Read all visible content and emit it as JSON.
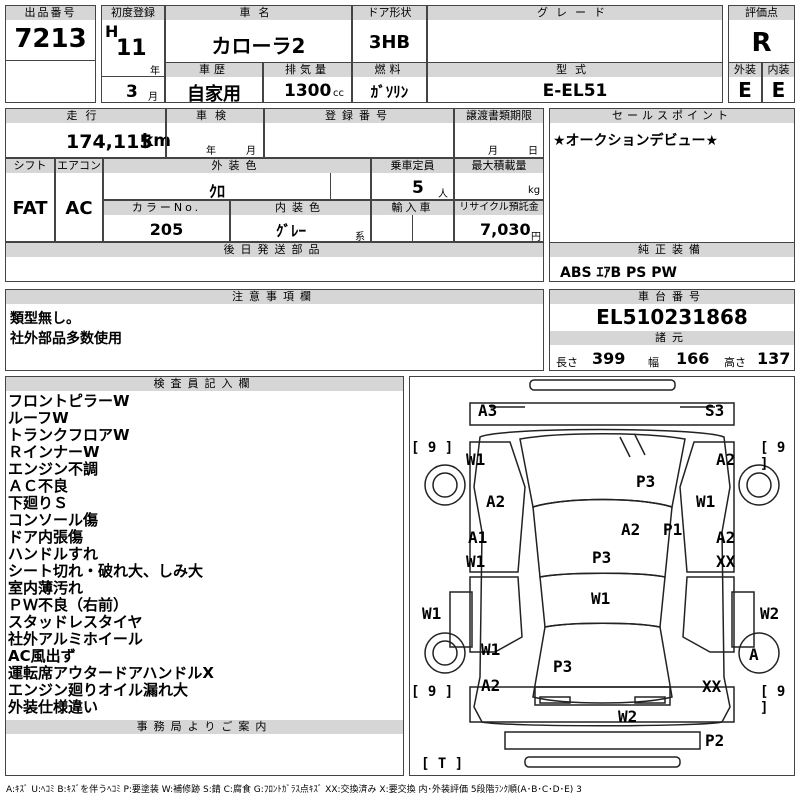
{
  "row1": {
    "lot_label": "出品番号",
    "lot": "7213",
    "first_reg_label": "初度登録",
    "era": "H",
    "year": "11",
    "year_unit": "年",
    "month": "3",
    "month_unit": "月",
    "name_label": "車名",
    "name": "カローラ2",
    "door_label": "ドア形状",
    "door": "3HB",
    "grade_label": "グレード",
    "grade": "",
    "score_label": "評価点",
    "score": "R",
    "history_label": "車歴",
    "history": "自家用",
    "displacement_label": "排気量",
    "displacement": "1300",
    "cc": "cc",
    "fuel_label": "燃料",
    "fuel": "ｶﾞｿﾘﾝ",
    "model_label": "型式",
    "model": "E-EL51",
    "ext_label": "外装",
    "ext": "E",
    "int_label": "内装",
    "int": "E"
  },
  "row2": {
    "mileage_label": "走行",
    "mileage": "174,115",
    "km": "km",
    "inspection_label": "車検",
    "insp_year": "年",
    "insp_month": "月",
    "reg_label": "登録番号",
    "transfer_label": "譲渡書類期限",
    "transfer_month": "月",
    "transfer_day": "日",
    "sales_label": "セールスポイント",
    "sales": "★オークションデビュー★"
  },
  "row3": {
    "shift_label": "シフト",
    "shift": "FAT",
    "ac_label": "エアコン",
    "ac": "AC",
    "color_label": "外装色",
    "color": "ｸﾛ",
    "capacity_label": "乗車定員",
    "capacity": "5",
    "person_unit": "人",
    "load_label": "最大積載量",
    "load_unit": "kg",
    "colorno_label": "カラーNo.",
    "colorno": "205",
    "intcolor_label": "内装色",
    "intcolor": "ｸﾞﾚｰ",
    "kei": "系",
    "import_label": "輸入車",
    "recycle_label": "リサイクル預託金",
    "recycle": "7,030",
    "yen": "円"
  },
  "row4": {
    "parts_label": "後日発送部品",
    "equip_label": "純正装備",
    "equip": "ABS ｴｱB PS PW"
  },
  "notes": {
    "label": "注意事項欄",
    "lines": [
      "類型無し。",
      "社外部品多数使用"
    ],
    "chassis_label": "車台番号",
    "chassis": "EL510231868",
    "dims_label": "諸元",
    "len_label": "長さ",
    "len": "399",
    "wid_label": "幅",
    "wid": "166",
    "hgt_label": "高さ",
    "hgt": "137"
  },
  "inspector": {
    "label": "検査員記入欄",
    "lines": [
      "フロントピラーW",
      "ルーフW",
      "トランクフロアW",
      "ＲインナーW",
      "エンジン不調",
      "ＡＣ不良",
      "下廻りＳ",
      "コンソール傷",
      "ドア内張傷",
      "ハンドルすれ",
      "シート切れ・破れ大、しみ大",
      "室内薄汚れ",
      "ＰＷ不良（右前）",
      "スタッドレスタイヤ",
      "社外アルミホイール",
      "AC風出ず",
      "運転席アウタードアハンドルX",
      "エンジン廻りオイル漏れ大",
      "外装仕様違い"
    ],
    "office_label": "事務局よりご案内"
  },
  "diagram": {
    "marks": [
      "A3",
      "S3",
      "W1",
      "A2",
      "A2",
      "P3",
      "W1",
      "A1",
      "A2",
      "P1",
      "A2",
      "W1",
      "P3",
      "XX",
      "W1",
      "W1",
      "W2",
      "W1",
      "A",
      "P3",
      "A2",
      "XX",
      "W2",
      "P2"
    ],
    "tires": [
      "[ 9 ]",
      "[ 9 ]",
      "[ 9 ]",
      "[ 9 ]",
      "[ T ]"
    ]
  },
  "legend": "A:ｷｽﾞ U:ﾍｺﾐ B:ｷｽﾞを伴うﾍｺﾐ P:要塗装 W:補修跡 S:錆 C:腐食 G:ﾌﾛﾝﾄｶﾞﾗｽ点ｷｽﾞ XX:交換済み X:要交換 内･外装評価 5段階ﾗﾝｸ順(A･B･C･D･E) 3"
}
